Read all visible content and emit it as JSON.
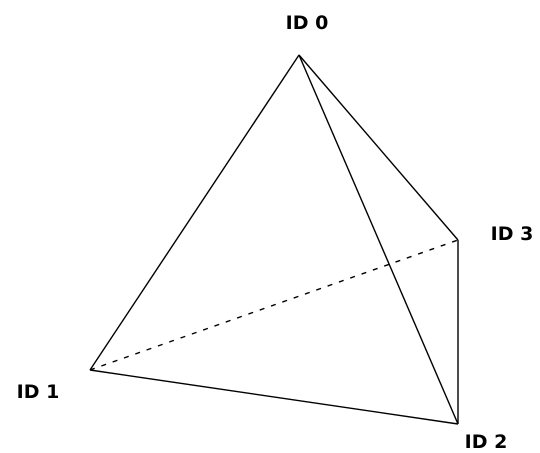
{
  "diagram": {
    "vertices": [
      {
        "id": "v0",
        "label": "ID 0"
      },
      {
        "id": "v1",
        "label": "ID 1"
      },
      {
        "id": "v2",
        "label": "ID 2"
      },
      {
        "id": "v3",
        "label": "ID 3"
      }
    ],
    "edges": [
      {
        "from": "v0",
        "to": "v1",
        "style": "solid"
      },
      {
        "from": "v0",
        "to": "v2",
        "style": "solid"
      },
      {
        "from": "v0",
        "to": "v3",
        "style": "solid"
      },
      {
        "from": "v1",
        "to": "v2",
        "style": "solid"
      },
      {
        "from": "v2",
        "to": "v3",
        "style": "solid"
      },
      {
        "from": "v1",
        "to": "v3",
        "style": "dashed"
      }
    ],
    "colors": {
      "stroke": "#000000",
      "background": "#ffffff"
    }
  }
}
